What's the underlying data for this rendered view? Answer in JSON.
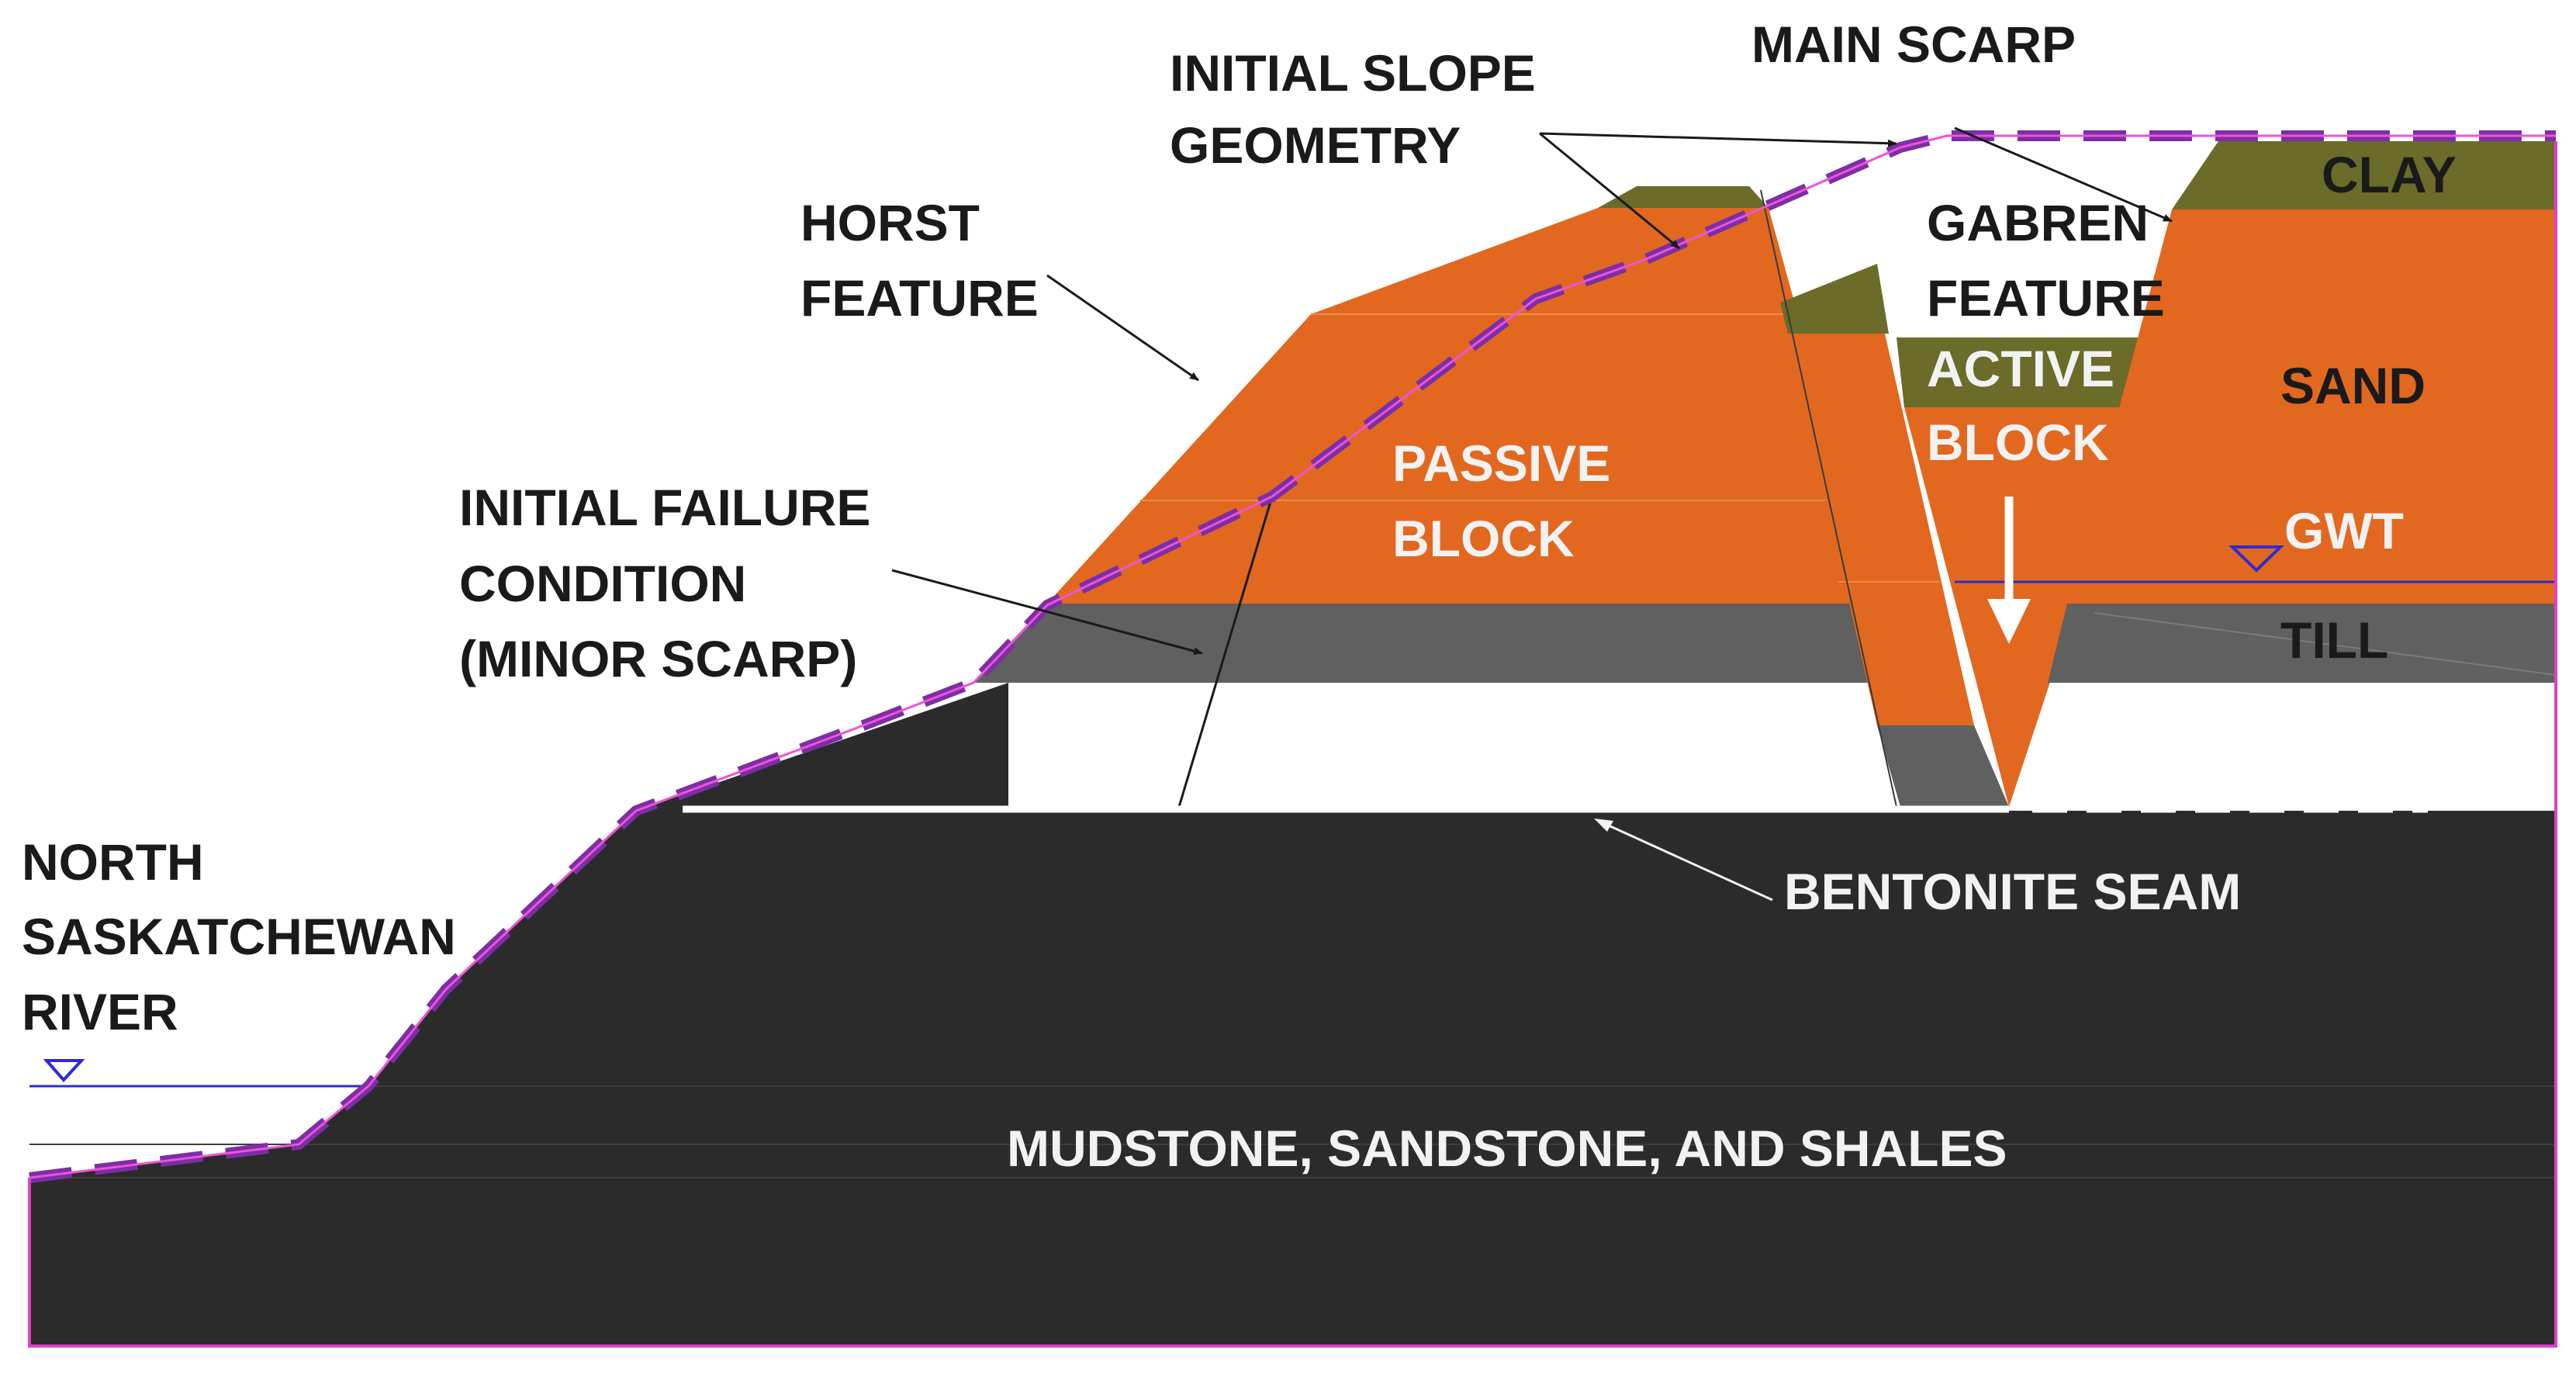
{
  "labels": {
    "initial_slope_1": "INITIAL SLOPE",
    "initial_slope_2": "GEOMETRY",
    "main_scarp": "MAIN SCARP",
    "horst_1": "HORST",
    "horst_2": "FEATURE",
    "gabren_1": "GABREN",
    "gabren_2": "FEATURE",
    "clay": "CLAY",
    "sand": "SAND",
    "passive_1": "PASSIVE",
    "passive_2": "BLOCK",
    "active_1": "ACTIVE",
    "active_2": "BLOCK",
    "gwt": "GWT",
    "till": "TILL",
    "initial_failure_1": "INITIAL FAILURE",
    "initial_failure_2": "CONDITION",
    "initial_failure_3": "(MINOR SCARP)",
    "river_1": "NORTH",
    "river_2": "SASKATCHEWAN",
    "river_3": "RIVER",
    "bentonite": "BENTONITE SEAM",
    "bedrock": "MUDSTONE, SANDSTONE, AND SHALES"
  },
  "colors": {
    "bedrock": "#2b2b2b",
    "till": "#606060",
    "sand": "#e2681f",
    "clay": "#6b6b2a",
    "slope_line": "#7b2fa6",
    "water_line": "#2c2ccf",
    "frame": "#e040c8"
  }
}
